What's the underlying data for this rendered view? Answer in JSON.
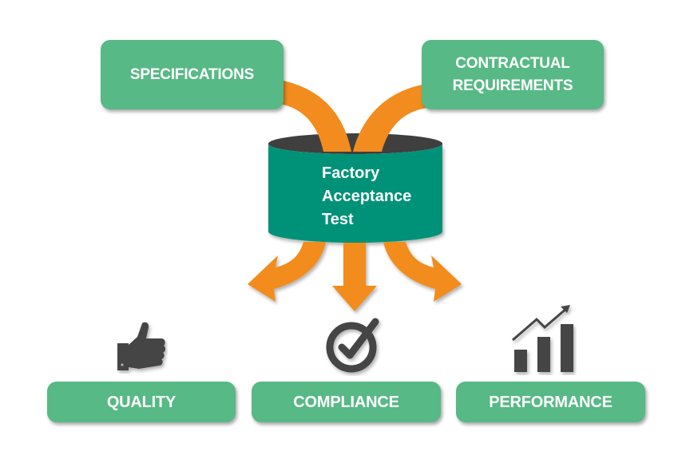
{
  "inputs": {
    "specifications": "SPECIFICATIONS",
    "contractual_line1": "CONTRACTUAL",
    "contractual_line2": "REQUIREMENTS"
  },
  "process": {
    "line1": "Factory",
    "line2": "Acceptance",
    "line3": "Test"
  },
  "outputs": {
    "quality": {
      "label": "QUALITY",
      "icon": "thumbs-up-icon"
    },
    "compliance": {
      "label": "COMPLIANCE",
      "icon": "check-circle-icon"
    },
    "performance": {
      "label": "PERFORMANCE",
      "icon": "bar-chart-trend-icon"
    }
  },
  "colors": {
    "box_green": "#57b985",
    "cylinder_teal": "#009278",
    "arrow_orange": "#f28c1e",
    "icon_gray": "#444444"
  }
}
